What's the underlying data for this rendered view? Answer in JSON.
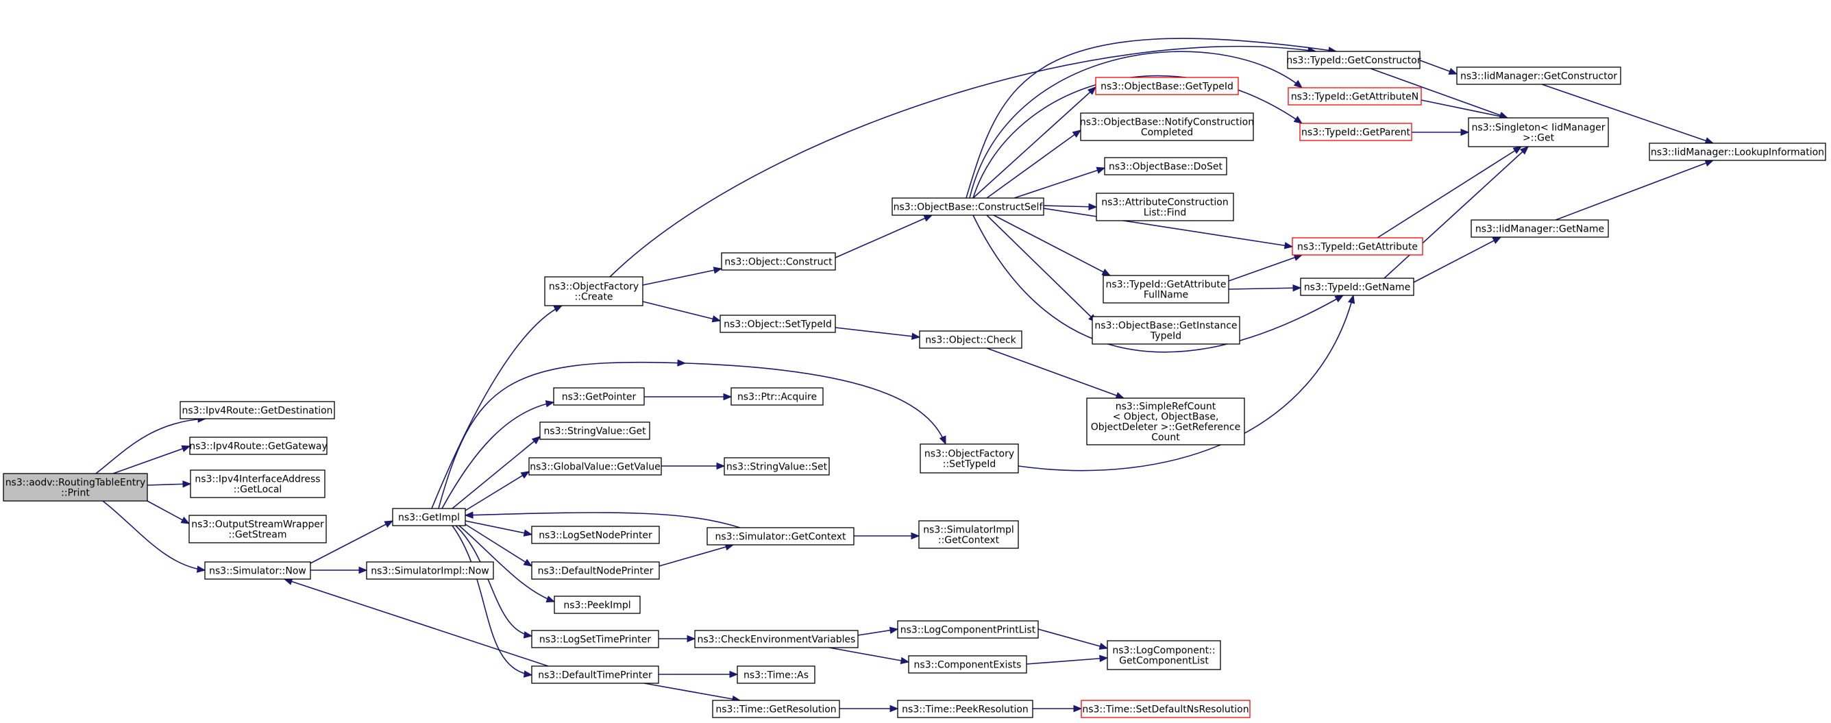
{
  "root": {
    "line1": "ns3::aodv::RoutingTableEntry",
    "line2": "::Print"
  },
  "nodes": {
    "dest": [
      "ns3::Ipv4Route::GetDestination"
    ],
    "gateway": [
      "ns3::Ipv4Route::GetGateway"
    ],
    "getlocal": [
      "ns3::Ipv4InterfaceAddress",
      "::GetLocal"
    ],
    "getstream": [
      "ns3::OutputStreamWrapper",
      "::GetStream"
    ],
    "simnow": [
      "ns3::Simulator::Now"
    ],
    "getimpl": [
      "ns3::GetImpl"
    ],
    "simimplnow": [
      "ns3::SimulatorImpl::Now"
    ],
    "ofcreate": [
      "ns3::ObjectFactory",
      "::Create"
    ],
    "objconstruct": [
      "ns3::Object::Construct"
    ],
    "objsettypeid": [
      "ns3::Object::SetTypeId"
    ],
    "getpointer": [
      "ns3::GetPointer"
    ],
    "ptracquire": [
      "ns3::Ptr::Acquire"
    ],
    "svget": [
      "ns3::StringValue::Get"
    ],
    "gvgetvalue": [
      "ns3::GlobalValue::GetValue"
    ],
    "svset": [
      "ns3::StringValue::Set"
    ],
    "logsetnode": [
      "ns3::LogSetNodePrinter"
    ],
    "defnode": [
      "ns3::DefaultNodePrinter"
    ],
    "simgetctx": [
      "ns3::Simulator::GetContext"
    ],
    "simimplgetctx": [
      "ns3::SimulatorImpl",
      "::GetContext"
    ],
    "peekimpl": [
      "ns3::PeekImpl"
    ],
    "logsettime": [
      "ns3::LogSetTimePrinter"
    ],
    "checkenv": [
      "ns3::CheckEnvironmentVariables"
    ],
    "deftime": [
      "ns3::DefaultTimePrinter"
    ],
    "timeas": [
      "ns3::Time::As"
    ],
    "timegetres": [
      "ns3::Time::GetResolution"
    ],
    "timepeekres": [
      "ns3::Time::PeekResolution"
    ],
    "timesetdef": [
      "ns3::Time::SetDefaultNsResolution"
    ],
    "logcompprint": [
      "ns3::LogComponentPrintList"
    ],
    "compexists": [
      "ns3::ComponentExists"
    ],
    "logcompget": [
      "ns3::LogComponent::",
      "GetComponentList"
    ],
    "constructself": [
      "ns3::ObjectBase::ConstructSelf"
    ],
    "objcheck": [
      "ns3::Object::Check"
    ],
    "simplerefcount": [
      "ns3::SimpleRefCount",
      "< Object, ObjectBase,",
      "ObjectDeleter >::GetReference",
      "Count"
    ],
    "ofsettypeid": [
      "ns3::ObjectFactory",
      "::SetTypeId"
    ],
    "obgettypeid": [
      "ns3::ObjectBase::GetTypeId"
    ],
    "obnotify": [
      "ns3::ObjectBase::NotifyConstruction",
      "Completed"
    ],
    "obdoset": [
      "ns3::ObjectBase::DoSet"
    ],
    "attrfind": [
      "ns3::AttributeConstruction",
      "List::Find"
    ],
    "tidgetattrfull": [
      "ns3::TypeId::GetAttribute",
      "FullName"
    ],
    "obgetinst": [
      "ns3::ObjectBase::GetInstance",
      "TypeId"
    ],
    "tidgetctor": [
      "ns3::TypeId::GetConstructor"
    ],
    "tidgetattrn": [
      "ns3::TypeId::GetAttributeN"
    ],
    "tidgetparent": [
      "ns3::TypeId::GetParent"
    ],
    "tidgetattr": [
      "ns3::TypeId::GetAttribute"
    ],
    "tidgetname": [
      "ns3::TypeId::GetName"
    ],
    "iidgetctor": [
      "ns3::IidManager::GetConstructor"
    ],
    "singleton": [
      "ns3::Singleton< IidManager",
      ">::Get"
    ],
    "iidgetname": [
      "ns3::IidManager::GetName"
    ],
    "iidlookup": [
      "ns3::IidManager::LookupInformation"
    ]
  },
  "colors": {
    "edge": "#191970",
    "root_fill": "#bfbfbf",
    "node_border": "#000000",
    "highlight_border": "#ff0000"
  }
}
